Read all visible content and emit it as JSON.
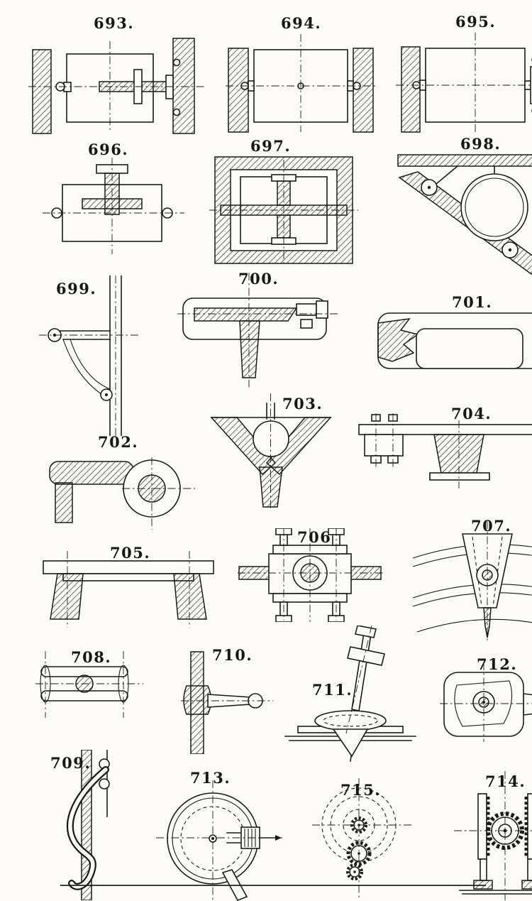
{
  "page": {
    "paper_color": "#fcfbf8",
    "ink_color": "#1b1b1b"
  },
  "figures": [
    {
      "label": "693."
    },
    {
      "label": "694."
    },
    {
      "label": "695."
    },
    {
      "label": "696."
    },
    {
      "label": "697."
    },
    {
      "label": "698."
    },
    {
      "label": "699."
    },
    {
      "label": "700."
    },
    {
      "label": "701."
    },
    {
      "label": "702."
    },
    {
      "label": "703."
    },
    {
      "label": "704."
    },
    {
      "label": "705."
    },
    {
      "label": "706."
    },
    {
      "label": "707."
    },
    {
      "label": "708."
    },
    {
      "label": "709."
    },
    {
      "label": "710."
    },
    {
      "label": "711."
    },
    {
      "label": "712."
    },
    {
      "label": "713."
    },
    {
      "label": "714."
    },
    {
      "label": "715."
    }
  ]
}
